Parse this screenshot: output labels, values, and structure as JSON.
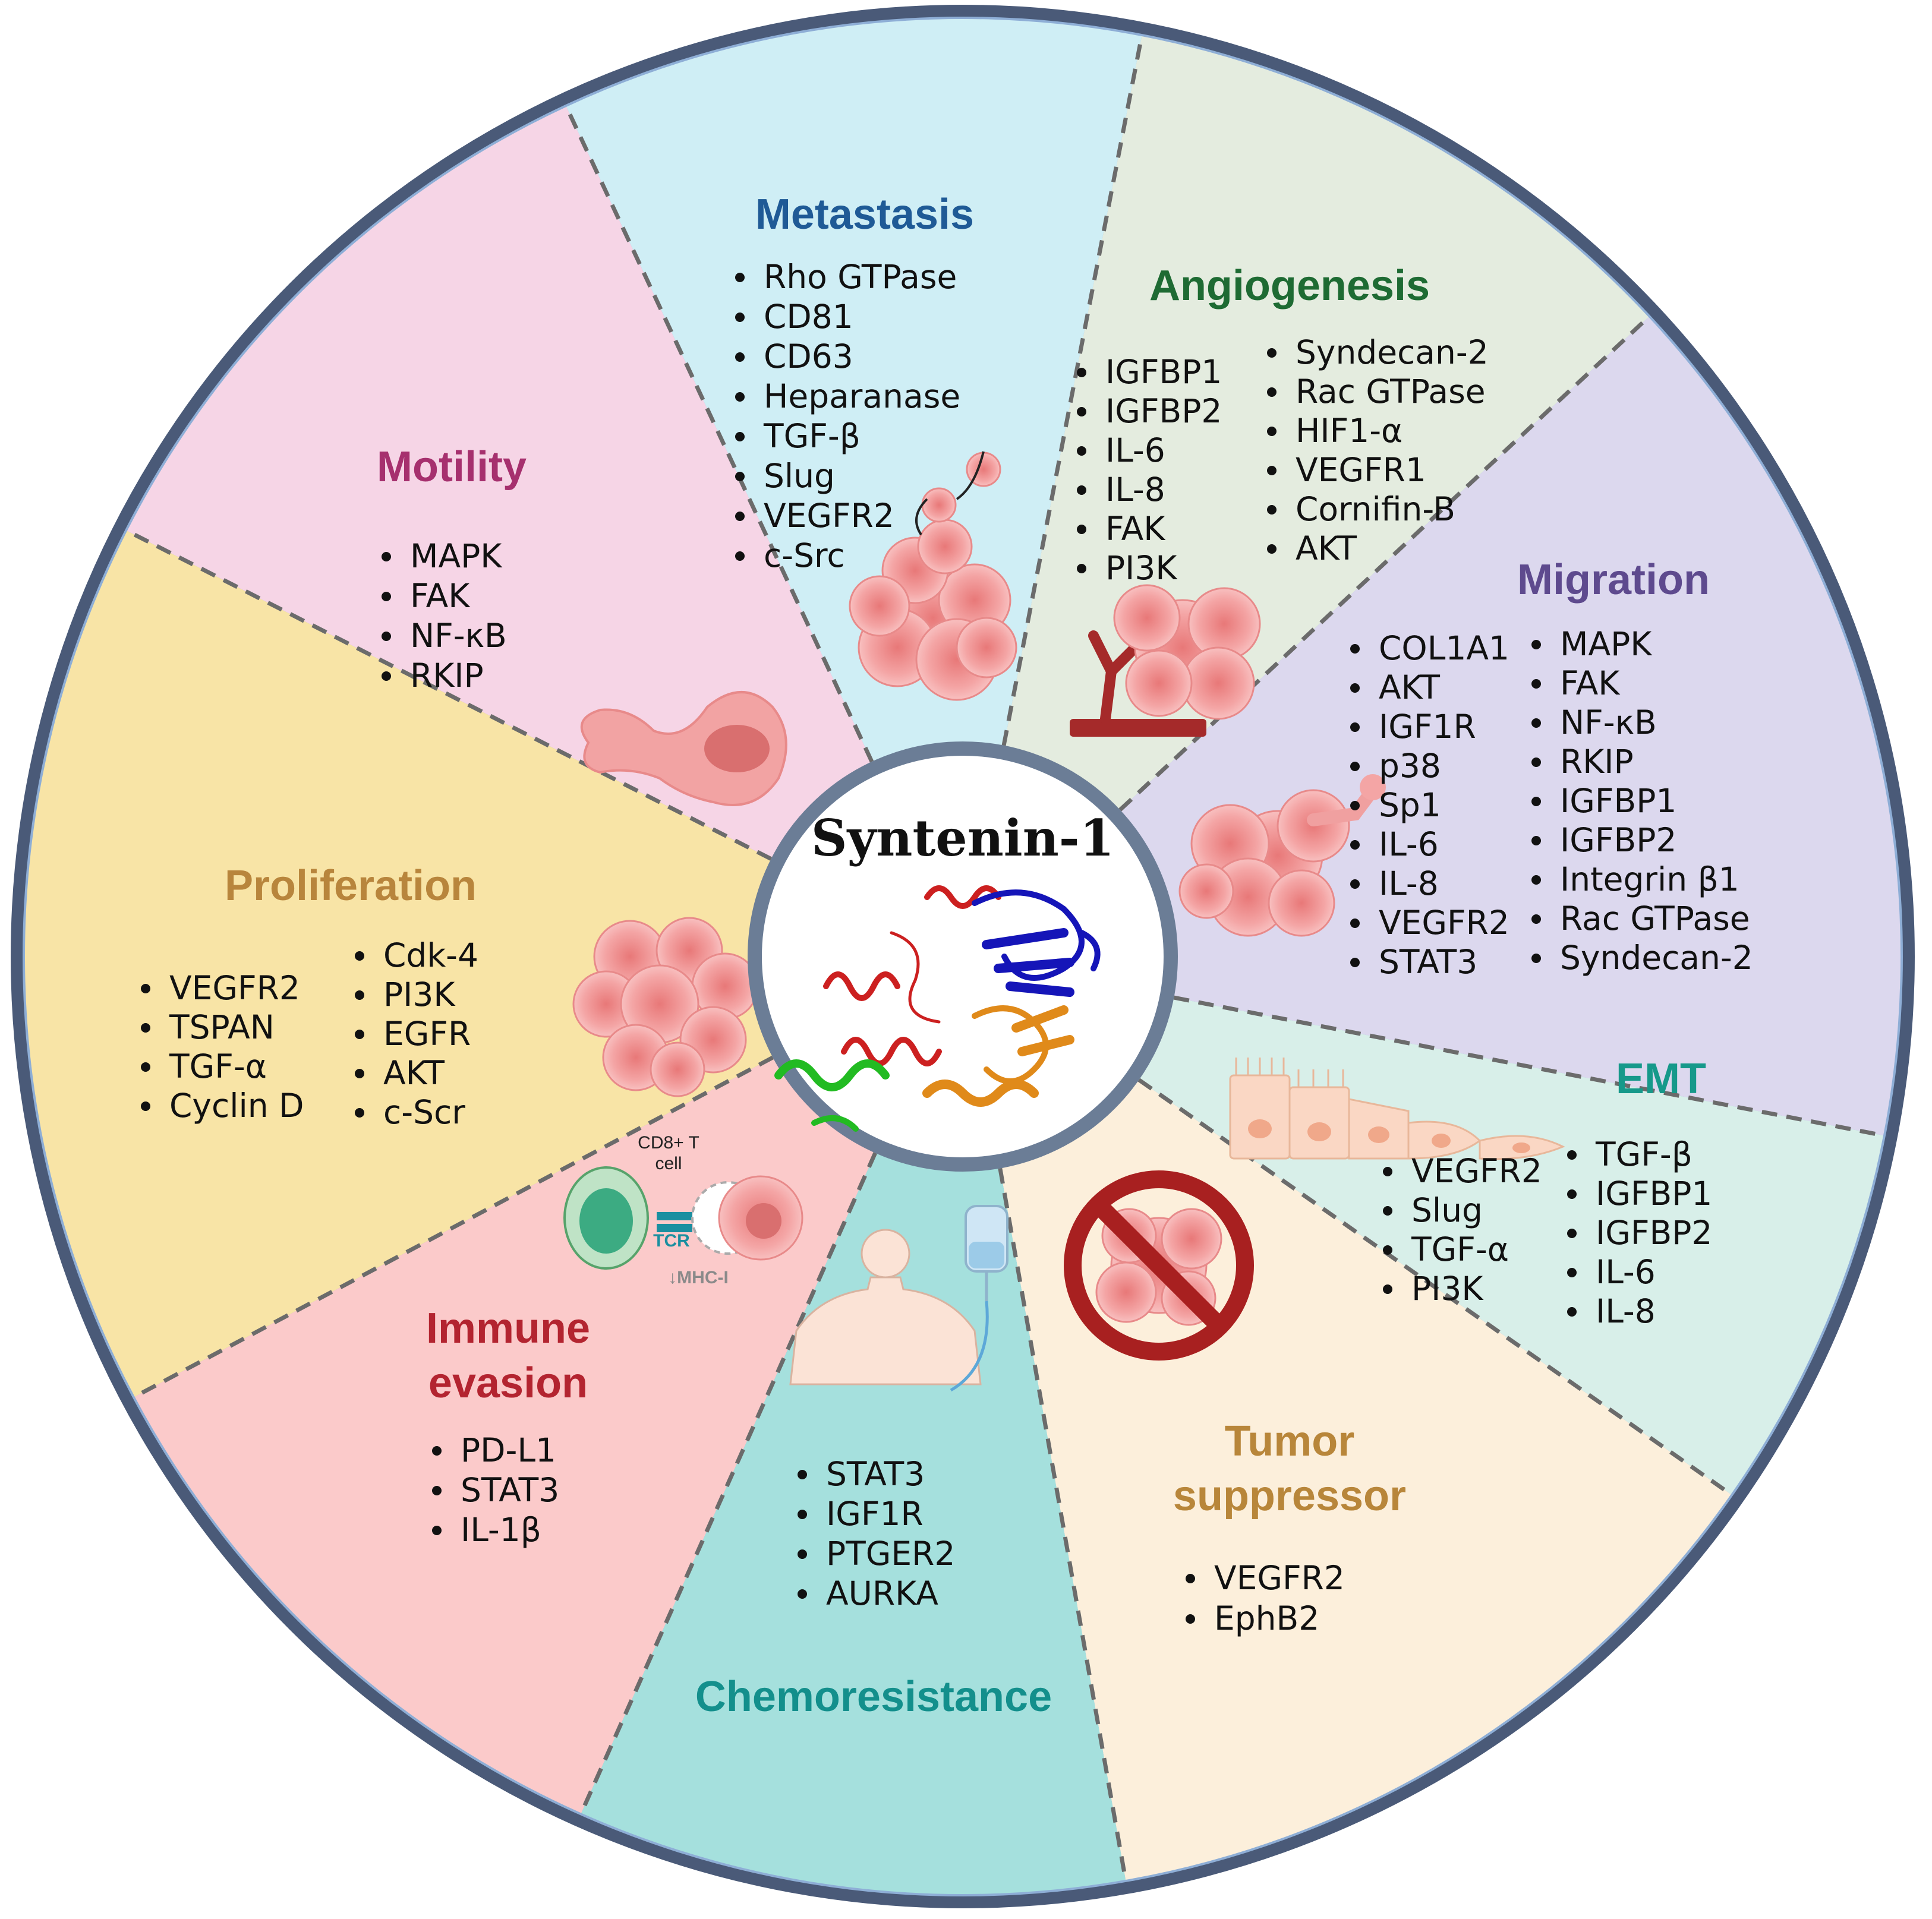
{
  "center": {
    "title": "Syntenin-1"
  },
  "segments": [
    {
      "id": "metastasis",
      "title": [
        "Metastasis"
      ],
      "color": "#cfeef5",
      "title_color": "#1f5a96",
      "columns": [
        [
          "Rho GTPase",
          "CD81",
          "CD63",
          "Heparanase",
          "TGF-β",
          "Slug",
          "VEGFR2",
          "c-Src"
        ]
      ]
    },
    {
      "id": "angiogenesis",
      "title": [
        "Angiogenesis"
      ],
      "color": "#e4ecdf",
      "title_color": "#1e6b33",
      "columns": [
        [
          "IGFBP1",
          "IGFBP2",
          "IL-6",
          "IL-8",
          "FAK",
          "PI3K"
        ],
        [
          "Syndecan-2",
          "Rac GTPase",
          "HIF1-α",
          "VEGFR1",
          "Cornifin-B",
          "AKT"
        ]
      ]
    },
    {
      "id": "migration",
      "title": [
        "Migration"
      ],
      "color": "#dcd8ee",
      "title_color": "#5e4a8e",
      "columns": [
        [
          "COL1A1",
          "AKT",
          "IGF1R",
          "p38",
          "Sp1",
          "IL-6",
          "IL-8",
          "VEGFR2",
          "STAT3"
        ],
        [
          "MAPK",
          "FAK",
          "NF-κB",
          "RKIP",
          "IGFBP1",
          "IGFBP2",
          "Integrin β1",
          "Rac GTPase",
          "Syndecan-2"
        ]
      ]
    },
    {
      "id": "emt",
      "title": [
        "EMT"
      ],
      "color": "#d8efe9",
      "title_color": "#16998a",
      "columns": [
        [
          "VEGFR2",
          "Slug",
          "TGF-α",
          "PI3K"
        ],
        [
          "TGF-β",
          "IGFBP1",
          "IGFBP2",
          "IL-6",
          "IL-8"
        ]
      ]
    },
    {
      "id": "tumor-suppressor",
      "title": [
        "Tumor",
        "suppressor"
      ],
      "color": "#fcefdb",
      "title_color": "#b8863a",
      "columns": [
        [
          "VEGFR2",
          "EphB2"
        ]
      ]
    },
    {
      "id": "chemoresistance",
      "title": [
        "Chemoresistance"
      ],
      "color": "#a5e0dd",
      "title_color": "#138f8c",
      "columns": [
        [
          "STAT3",
          "IGF1R",
          "PTGER2",
          "AURKA"
        ]
      ]
    },
    {
      "id": "immune-evasion",
      "title": [
        "Immune",
        "evasion"
      ],
      "color": "#fbcaca",
      "title_color": "#b32430",
      "columns": [
        [
          "PD-L1",
          "STAT3",
          "IL-1β"
        ]
      ]
    },
    {
      "id": "proliferation",
      "title": [
        "Proliferation"
      ],
      "color": "#f8e4a6",
      "title_color": "#b8853c",
      "columns": [
        [
          "VEGFR2",
          "TSPAN",
          "TGF-α",
          "Cyclin D"
        ],
        [
          "Cdk-4",
          "PI3K",
          "EGFR",
          "AKT",
          "c-Scr"
        ]
      ]
    },
    {
      "id": "motility",
      "title": [
        "Motility"
      ],
      "color": "#f6d5e6",
      "title_color": "#a6306e",
      "columns": [
        [
          "MAPK",
          "FAK",
          "NF-κB",
          "RKIP"
        ]
      ]
    }
  ],
  "immune_labels": {
    "cell": [
      "CD8+ T",
      "cell"
    ],
    "tcr": "TCR",
    "mhc": "↓MHC-I"
  },
  "colors": {
    "ring": "#8eaed6",
    "ring_border": "#4a5a78",
    "divider": "#6b6b6b",
    "cell": "#ef9a9a",
    "cell_dark": "#d96f6f",
    "vessel": "#a52a2a"
  }
}
